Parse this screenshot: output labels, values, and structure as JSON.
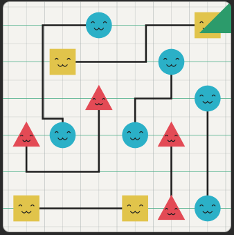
{
  "puzzle": {
    "grid": {
      "cols": 6,
      "rows": 6
    },
    "colors": {
      "background": "#f4f3ef",
      "grid_line": "#9aa4a3",
      "grid_line_accent": "#4fb08b",
      "path": "#1f1f1f",
      "circle": "#2bb0c7",
      "triangle": "#e34a55",
      "square": "#e1c44b",
      "face": "#1d1d1d"
    },
    "tokens": [
      {
        "id": "circle-1",
        "shape": "circle",
        "col": 2,
        "row": 0
      },
      {
        "id": "square-1",
        "shape": "square",
        "col": 5,
        "row": 0
      },
      {
        "id": "square-2",
        "shape": "square",
        "col": 1,
        "row": 1
      },
      {
        "id": "circle-2",
        "shape": "circle",
        "col": 4,
        "row": 1
      },
      {
        "id": "triangle-1",
        "shape": "triangle",
        "col": 2,
        "row": 2
      },
      {
        "id": "circle-3",
        "shape": "circle",
        "col": 5,
        "row": 2
      },
      {
        "id": "triangle-2",
        "shape": "triangle",
        "col": 0,
        "row": 3
      },
      {
        "id": "circle-4",
        "shape": "circle",
        "col": 1,
        "row": 3
      },
      {
        "id": "circle-5",
        "shape": "circle",
        "col": 3,
        "row": 3
      },
      {
        "id": "triangle-3",
        "shape": "triangle",
        "col": 4,
        "row": 3
      },
      {
        "id": "square-3",
        "shape": "square",
        "col": 0,
        "row": 5
      },
      {
        "id": "square-4",
        "shape": "square",
        "col": 3,
        "row": 5
      },
      {
        "id": "triangle-4",
        "shape": "triangle",
        "col": 4,
        "row": 5
      },
      {
        "id": "circle-6",
        "shape": "circle",
        "col": 5,
        "row": 5
      }
    ],
    "paths": [
      {
        "id": "path-1",
        "points": [
          [
            2,
            0
          ],
          [
            0.45,
            0
          ],
          [
            0.45,
            2.55
          ],
          [
            1,
            2.55
          ],
          [
            1,
            3
          ]
        ]
      },
      {
        "id": "path-2",
        "points": [
          [
            5,
            0
          ],
          [
            3.3,
            0
          ],
          [
            3.3,
            1
          ],
          [
            1,
            1
          ]
        ]
      },
      {
        "id": "path-3",
        "points": [
          [
            4,
            1
          ],
          [
            4,
            2
          ],
          [
            3,
            2
          ],
          [
            3,
            3
          ]
        ]
      },
      {
        "id": "path-4",
        "points": [
          [
            2,
            2
          ],
          [
            2,
            4
          ],
          [
            0,
            4
          ],
          [
            0,
            3
          ]
        ]
      },
      {
        "id": "path-5",
        "points": [
          [
            5,
            2
          ],
          [
            5,
            5
          ]
        ]
      },
      {
        "id": "path-6",
        "points": [
          [
            4,
            3
          ],
          [
            4,
            5
          ]
        ]
      },
      {
        "id": "path-7",
        "points": [
          [
            0,
            5
          ],
          [
            3,
            5
          ]
        ]
      }
    ]
  }
}
